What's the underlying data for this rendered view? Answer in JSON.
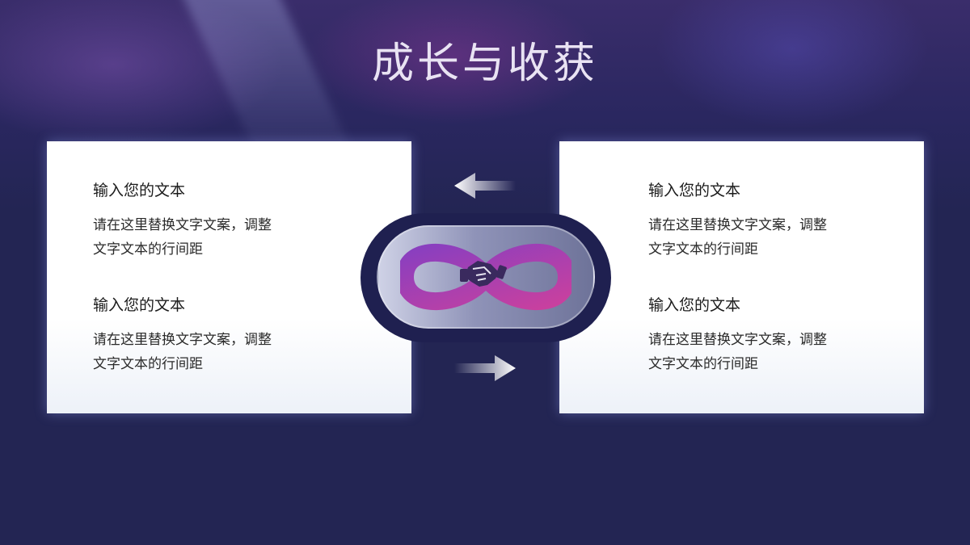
{
  "slide": {
    "title": "成长与收获"
  },
  "cards": [
    {
      "blocks": [
        {
          "heading": "输入您的文本",
          "line1": "请在这里替换文字文案，调整",
          "line2": "文字文本的行间距"
        },
        {
          "heading": "输入您的文本",
          "line1": "请在这里替换文字文案，调整",
          "line2": "文字文本的行间距"
        }
      ]
    },
    {
      "blocks": [
        {
          "heading": "输入您的文本",
          "line1": "请在这里替换文字文案，调整",
          "line2": "文字文本的行间距"
        },
        {
          "heading": "输入您的文本",
          "line1": "请在这里替换文字文案，调整",
          "line2": "文字文本的行间距"
        }
      ]
    }
  ],
  "center": {
    "icon": "infinity-handshake-icon",
    "arrows": [
      "arrow-left-icon",
      "arrow-right-icon"
    ]
  },
  "colors": {
    "background": "#232553",
    "infinity_start": "#9b3fb7",
    "infinity_end": "#c23fa6"
  }
}
